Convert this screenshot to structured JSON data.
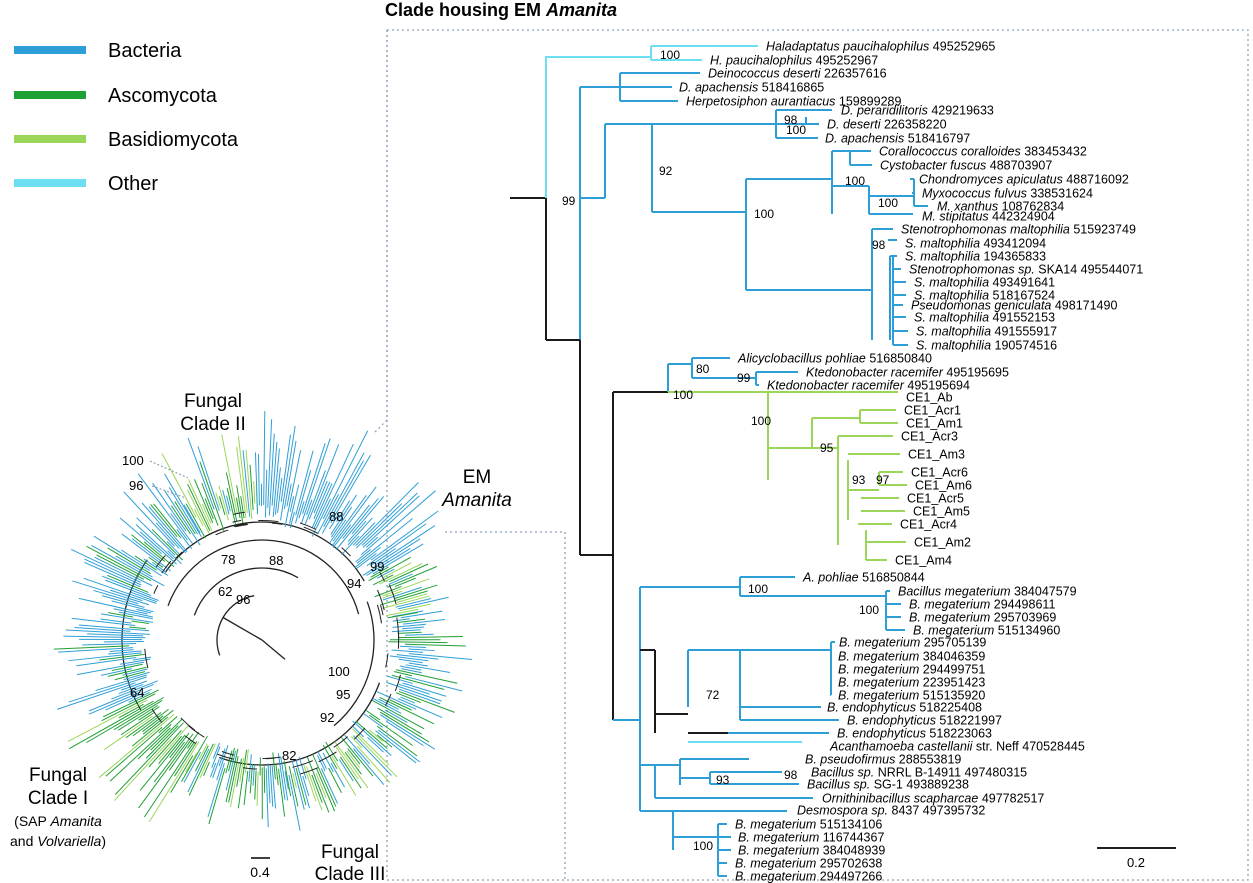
{
  "title": {
    "prefix": "Clade housing EM ",
    "italic": "Amanita"
  },
  "legend": [
    {
      "label": "Bacteria",
      "color": "#2e9fd6"
    },
    {
      "label": "Ascomycota",
      "color": "#1fa034"
    },
    {
      "label": "Basidiomycota",
      "color": "#9bd65a"
    },
    {
      "label": "Other",
      "color": "#6ce0f2"
    }
  ],
  "circle_labels": {
    "clade2": [
      "Fungal",
      "Clade II"
    ],
    "em": [
      "EM",
      "Amanita"
    ],
    "clade1": [
      "Fungal",
      "Clade I",
      "(SAP ",
      "Amanita",
      "and ",
      "Volvariella",
      ")"
    ],
    "clade3": [
      "Fungal",
      "Clade III"
    ],
    "scale": "0.4",
    "supports": [
      "100",
      "96",
      "88",
      "88",
      "78",
      "62",
      "96",
      "94",
      "99",
      "100",
      "95",
      "92",
      "64",
      "82"
    ]
  },
  "tree_scale": "0.2",
  "taxa": [
    {
      "i": "Haladaptatus paucihalophilus",
      "n": " 495252965"
    },
    {
      "i": "H. paucihalophilus",
      "n": " 495252967"
    },
    {
      "i": "Deinococcus deserti",
      "n": " 226357616"
    },
    {
      "i": "D. apachensis",
      "n": " 518416865"
    },
    {
      "i": "Herpetosiphon aurantiacus",
      "n": " 159899289"
    },
    {
      "i": "D. peraridilitoris",
      "n": " 429219633"
    },
    {
      "i": "D. deserti",
      "n": " 226358220"
    },
    {
      "i": "D. apachensis",
      "n": " 518416797"
    },
    {
      "i": "Corallococcus coralloides",
      "n": " 383453432"
    },
    {
      "i": "Cystobacter fuscus",
      "n": " 488703907"
    },
    {
      "i": "Chondromyces apiculatus",
      "n": " 488716092"
    },
    {
      "i": "Myxococcus fulvus",
      "n": " 338531624"
    },
    {
      "i": "M. xanthus",
      "n": " 108762834"
    },
    {
      "i": "M. stipitatus",
      "n": " 442324904"
    },
    {
      "i": "Stenotrophomonas maltophilia",
      "n": " 515923749"
    },
    {
      "i": "S. maltophilia",
      "n": " 493412094"
    },
    {
      "i": "S. maltophilia",
      "n": " 194365833"
    },
    {
      "i": "Stenotrophomonas sp.",
      "n": " SKA14 495544071"
    },
    {
      "i": "S. maltophilia",
      "n": " 493491641"
    },
    {
      "i": "S. maltophilia",
      "n": " 518167524"
    },
    {
      "i": "Pseudomonas geniculata",
      "n": " 498171490"
    },
    {
      "i": "S. maltophilia",
      "n": " 491552153"
    },
    {
      "i": "S. maltophilia",
      "n": " 491555917"
    },
    {
      "i": "S. maltophilia",
      "n": " 190574516"
    },
    {
      "i": "Alicyclobacillus pohliae",
      "n": " 516850840"
    },
    {
      "i": "Ktedonobacter racemifer",
      "n": " 495195695"
    },
    {
      "i": "Ktedonobacter racemifer",
      "n": " 495195694"
    },
    {
      "i": "",
      "n": "CE1_Ab"
    },
    {
      "i": "",
      "n": "CE1_Acr1"
    },
    {
      "i": "",
      "n": "CE1_Am1"
    },
    {
      "i": "",
      "n": "CE1_Acr3"
    },
    {
      "i": "",
      "n": "CE1_Am3"
    },
    {
      "i": "",
      "n": "CE1_Acr6"
    },
    {
      "i": "",
      "n": "CE1_Am6"
    },
    {
      "i": "",
      "n": "CE1_Acr5"
    },
    {
      "i": "",
      "n": "CE1_Am5"
    },
    {
      "i": "",
      "n": "CE1_Acr4"
    },
    {
      "i": "",
      "n": "CE1_Am2"
    },
    {
      "i": "",
      "n": "CE1_Am4"
    },
    {
      "i": "A. pohliae",
      "n": " 516850844"
    },
    {
      "i": "Bacillus megaterium",
      "n": " 384047579"
    },
    {
      "i": "B. megaterium",
      "n": " 294498611"
    },
    {
      "i": "B. megaterium",
      "n": " 295703969"
    },
    {
      "i": "B. megaterium",
      "n": " 515134960"
    },
    {
      "i": "B. megaterium",
      "n": " 295705139"
    },
    {
      "i": "B. megaterium",
      "n": " 384046359"
    },
    {
      "i": "B. megaterium",
      "n": " 294499751"
    },
    {
      "i": "B. megaterium",
      "n": " 223951423"
    },
    {
      "i": "B. megaterium",
      "n": " 515135920"
    },
    {
      "i": "B. endophyticus",
      "n": " 518225408"
    },
    {
      "i": "B. endophyticus",
      "n": " 518221997"
    },
    {
      "i": "B. endophyticus",
      "n": " 518223063"
    },
    {
      "i": "Acanthamoeba castellanii",
      "n": " str. Neff 470528445"
    },
    {
      "i": "B. pseudofirmus",
      "n": " 288553819"
    },
    {
      "i": "Bacillus sp.",
      "n": " NRRL B-14911 497480315"
    },
    {
      "i": "Bacillus sp.",
      "n": " SG-1 493889238"
    },
    {
      "i": "Ornithinibacillus scapharcae",
      "n": " 497782517"
    },
    {
      "i": "Desmospora sp.",
      "n": " 8437 497395732"
    },
    {
      "i": "B. megaterium",
      "n": " 515134106"
    },
    {
      "i": "B. megaterium",
      "n": " 116744367"
    },
    {
      "i": "B. megaterium",
      "n": " 384048939"
    },
    {
      "i": "B. megaterium",
      "n": " 295702638"
    },
    {
      "i": "B. megaterium",
      "n": " 294497266"
    }
  ],
  "supports": [
    "100",
    "98",
    "100",
    "92",
    "100",
    "100",
    "100",
    "98",
    "80",
    "99",
    "99",
    "100",
    "100",
    "95",
    "93",
    "97",
    "100",
    "100",
    "72",
    "98",
    "93",
    "100"
  ]
}
